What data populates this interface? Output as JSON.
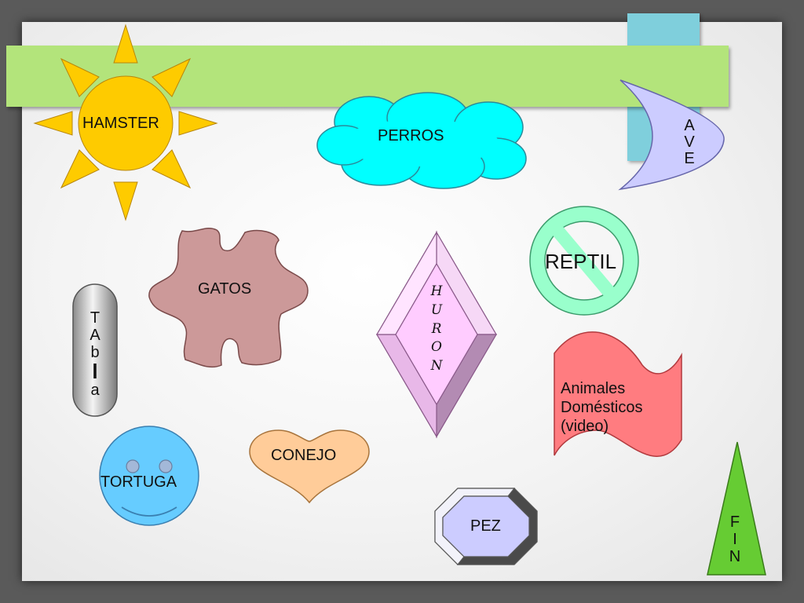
{
  "colors": {
    "background": "#5a5a5a",
    "green_bar": "#b3e47b",
    "teal_bar": "#7fcfdc",
    "sun": "#fecb00",
    "cloud": "#00ffff",
    "moon": "#ccccff",
    "puzzle": "#cc9999",
    "no_symbol": "#99ffcc",
    "diamond": "#ffccff",
    "flag": "#ff7c80",
    "smiley": "#66ccff",
    "heart": "#ffcc99",
    "octagon": "#ccccff",
    "triangle": "#66cc33"
  },
  "shapes": {
    "sun": {
      "label": "HAMSTER",
      "icon": "sun-icon"
    },
    "cloud": {
      "label": "PERROS",
      "icon": "cloud-icon"
    },
    "moon": {
      "letters": [
        "A",
        "V",
        "E"
      ],
      "icon": "moon-icon"
    },
    "puzzle": {
      "label": "GATOS",
      "icon": "puzzle-piece-icon"
    },
    "no_symbol": {
      "label": "REPTIL",
      "icon": "no-symbol-icon"
    },
    "diamond": {
      "letters": [
        "H",
        "U",
        "R",
        "O",
        "N"
      ],
      "icon": "diamond-icon"
    },
    "can": {
      "letters": [
        "T",
        "A",
        "b",
        "l",
        "a"
      ],
      "icon": "cylinder-icon"
    },
    "flag": {
      "lines": [
        "Animales",
        "Domésticos",
        "(video)"
      ],
      "icon": "wave-flag-icon"
    },
    "smiley": {
      "label": "TORTUGA",
      "icon": "smiley-face-icon"
    },
    "heart": {
      "label": "CONEJO",
      "icon": "heart-icon"
    },
    "octagon": {
      "label": "PEZ",
      "icon": "octagon-bevel-icon"
    },
    "triangle": {
      "letters": [
        "F",
        "I",
        "N"
      ],
      "icon": "triangle-icon"
    }
  }
}
